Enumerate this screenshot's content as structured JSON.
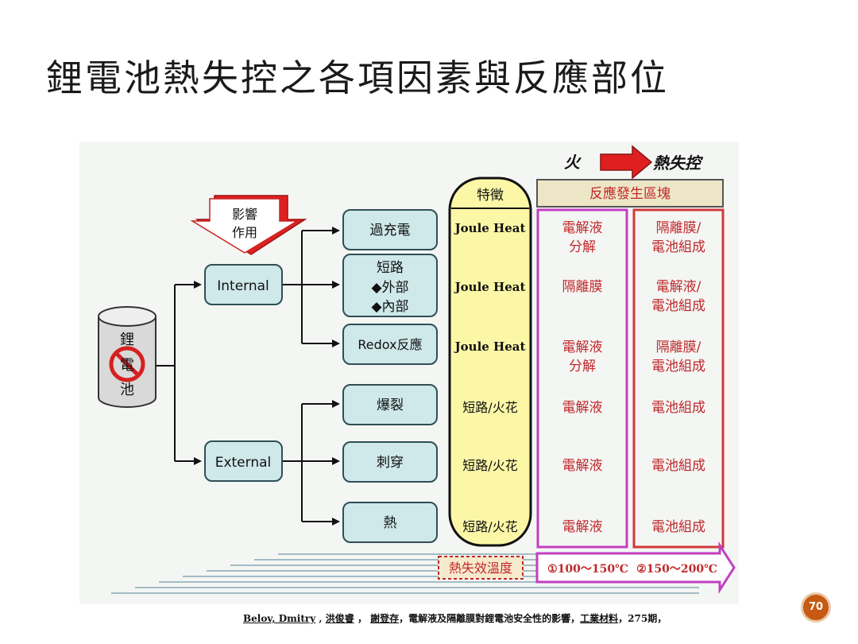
{
  "slide": {
    "title": "鋰電池熱失控之各項因素與反應部位",
    "page_number": "70",
    "citation": {
      "author1": "Belov, Dmitry",
      "sep1": " ,  ",
      "author2": "洪俊睿",
      "sep2": " ，  ",
      "author3": "謝登存",
      "text": "，電解液及隔離膜對鋰電池安全性的影響，",
      "journal": "工業材料",
      "issue": "，275期，"
    }
  },
  "diagram": {
    "battery_label": [
      "鋰",
      "電",
      "池"
    ],
    "influence_label": [
      "影響",
      "作用"
    ],
    "fire_label": "火",
    "thermal_runaway_label": "熱失控",
    "features_header": "特徵",
    "reaction_header": "反應發生區塊",
    "internal_label": "Internal",
    "external_label": "External",
    "causes": [
      {
        "lines": [
          "過充電"
        ],
        "feature": "Joule Heat",
        "zone1": [
          "電解液",
          "分解"
        ],
        "zone2": [
          "隔離膜/",
          "電池組成"
        ]
      },
      {
        "lines": [
          "短路",
          "◆外部",
          "◆內部"
        ],
        "feature": "Joule Heat",
        "zone1": [
          "隔離膜"
        ],
        "zone2": [
          "電解液/",
          "電池組成"
        ]
      },
      {
        "lines": [
          "Redox反應"
        ],
        "feature": "Joule Heat",
        "zone1": [
          "電解液",
          "分解"
        ],
        "zone2": [
          "隔離膜/",
          "電池組成"
        ]
      },
      {
        "lines": [
          "爆裂"
        ],
        "feature": "短路/火花",
        "zone1": [
          "電解液"
        ],
        "zone2": [
          "電池組成"
        ]
      },
      {
        "lines": [
          "刺穿"
        ],
        "feature": "短路/火花",
        "zone1": [
          "電解液"
        ],
        "zone2": [
          "電池組成"
        ]
      },
      {
        "lines": [
          "熱"
        ],
        "feature": "短路/火花",
        "zone1": [
          "電解液"
        ],
        "zone2": [
          "電池組成"
        ]
      }
    ],
    "thermal_temp_label": "熱失效溫度",
    "temp_range_1": "①100～150℃",
    "temp_range_2": "②150～200℃"
  },
  "colors": {
    "box_fill": "#cfe8ea",
    "box_stroke": "#2f4f55",
    "feature_fill": "#fbf7a6",
    "zone1_stroke": "#c23fc0",
    "zone2_stroke": "#d23838",
    "red_text": "#c0282a",
    "arrow_red": "#e02020"
  }
}
